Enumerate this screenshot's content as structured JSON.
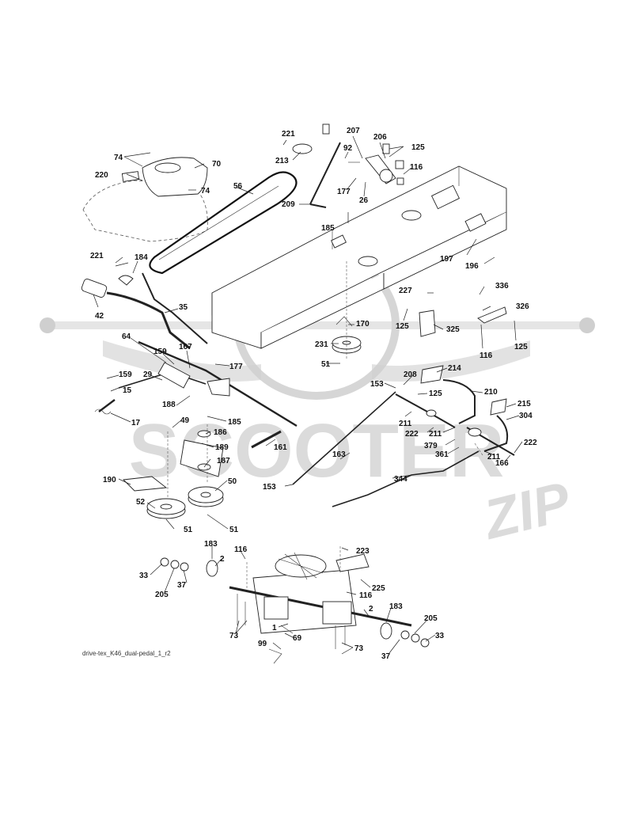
{
  "watermark": {
    "brand": "SCOOTER",
    "suffix": "ZIP"
  },
  "caption": "drive-tex_K46_dual-pedal_1_r2",
  "callouts": [
    {
      "label": "221"
    },
    {
      "label": "213"
    },
    {
      "label": "207"
    },
    {
      "label": "92"
    },
    {
      "label": "206"
    },
    {
      "label": "125"
    },
    {
      "label": "116"
    },
    {
      "label": "177"
    },
    {
      "label": "26"
    },
    {
      "label": "74"
    },
    {
      "label": "70"
    },
    {
      "label": "220"
    },
    {
      "label": "74"
    },
    {
      "label": "56"
    },
    {
      "label": "209"
    },
    {
      "label": "185"
    },
    {
      "label": "197"
    },
    {
      "label": "196"
    },
    {
      "label": "221"
    },
    {
      "label": "184"
    },
    {
      "label": "42"
    },
    {
      "label": "35"
    },
    {
      "label": "227"
    },
    {
      "label": "336"
    },
    {
      "label": "326"
    },
    {
      "label": "125"
    },
    {
      "label": "325"
    },
    {
      "label": "125"
    },
    {
      "label": "116"
    },
    {
      "label": "170"
    },
    {
      "label": "64"
    },
    {
      "label": "159"
    },
    {
      "label": "167"
    },
    {
      "label": "231"
    },
    {
      "label": "51"
    },
    {
      "label": "177"
    },
    {
      "label": "159"
    },
    {
      "label": "29"
    },
    {
      "label": "15"
    },
    {
      "label": "188"
    },
    {
      "label": "208"
    },
    {
      "label": "214"
    },
    {
      "label": "153"
    },
    {
      "label": "125"
    },
    {
      "label": "210"
    },
    {
      "label": "215"
    },
    {
      "label": "304"
    },
    {
      "label": "211"
    },
    {
      "label": "222"
    },
    {
      "label": "211"
    },
    {
      "label": "17"
    },
    {
      "label": "49"
    },
    {
      "label": "185"
    },
    {
      "label": "186"
    },
    {
      "label": "189"
    },
    {
      "label": "161"
    },
    {
      "label": "187"
    },
    {
      "label": "163"
    },
    {
      "label": "379"
    },
    {
      "label": "361"
    },
    {
      "label": "211"
    },
    {
      "label": "222"
    },
    {
      "label": "166"
    },
    {
      "label": "190"
    },
    {
      "label": "50"
    },
    {
      "label": "153"
    },
    {
      "label": "344"
    },
    {
      "label": "52"
    },
    {
      "label": "51"
    },
    {
      "label": "51"
    },
    {
      "label": "183"
    },
    {
      "label": "116"
    },
    {
      "label": "223"
    },
    {
      "label": "33"
    },
    {
      "label": "2"
    },
    {
      "label": "205"
    },
    {
      "label": "37"
    },
    {
      "label": "225"
    },
    {
      "label": "116"
    },
    {
      "label": "183"
    },
    {
      "label": "2"
    },
    {
      "label": "205"
    },
    {
      "label": "1"
    },
    {
      "label": "73"
    },
    {
      "label": "69"
    },
    {
      "label": "33"
    },
    {
      "label": "99"
    },
    {
      "label": "73"
    },
    {
      "label": "37"
    }
  ]
}
